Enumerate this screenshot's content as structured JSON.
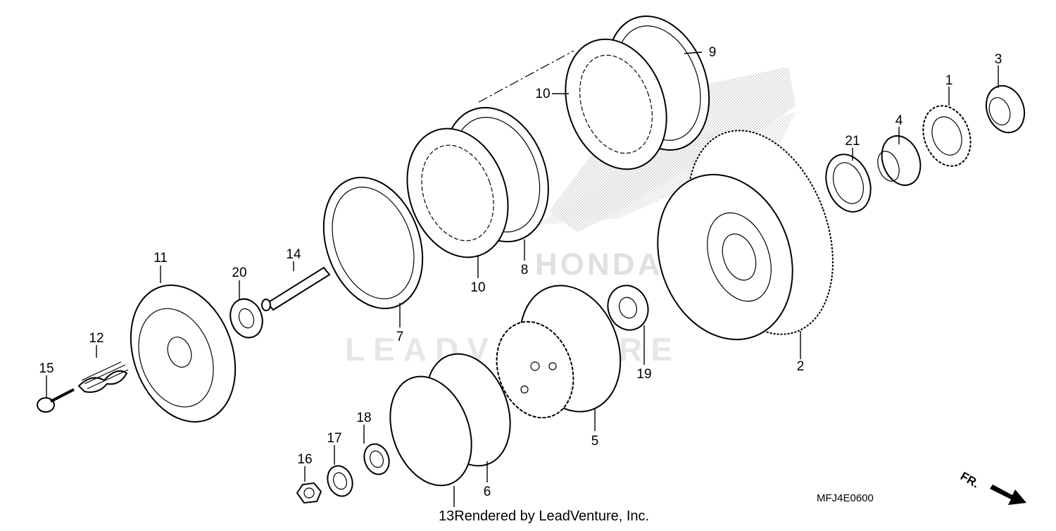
{
  "diagram": {
    "callouts": [
      "1",
      "2",
      "3",
      "4",
      "5",
      "6",
      "7",
      "8",
      "9",
      "10",
      "10",
      "11",
      "12",
      "13",
      "14",
      "15",
      "16",
      "17",
      "18",
      "19",
      "20",
      "21"
    ],
    "drawing_code": "MFJ4E0600",
    "footer_text": "Rendered by LeadVenture, Inc.",
    "footer_callout": "13",
    "direction_label": "FR.",
    "watermark_text": "LEADVENTURE",
    "watermark_logo_text": "HONDA",
    "colors": {
      "lines": "#000000",
      "watermark": "#e6e6e6",
      "background": "#ffffff"
    }
  }
}
